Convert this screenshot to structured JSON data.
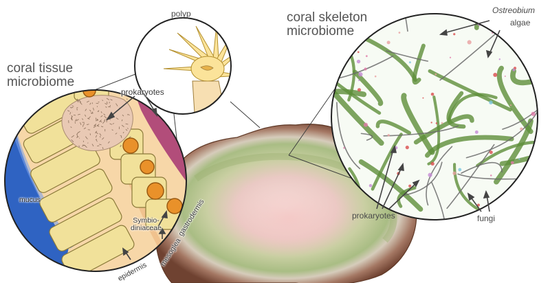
{
  "labels": {
    "polyp": "polyp",
    "coral_tissue_microbiome": [
      "coral tissue",
      "microbiome"
    ],
    "coral_skeleton_microbiome": [
      "coral skeleton",
      "microbiome"
    ],
    "ostreobium": "Ostreobium",
    "algae": "algae",
    "prokaryotes_tissue": "prokaryotes",
    "prokaryotes_skeleton": "prokaryotes",
    "fungi": "fungi",
    "mucus": "mucus",
    "symbiodiniaceae": [
      "Symbio-",
      "diniaceae"
    ],
    "gastrodermis": "gastrodermis",
    "mesoglea": "mesoglea",
    "epidermis": "epidermis"
  },
  "colors": {
    "coral_rim": "#8c5a43",
    "coral_inner": "#a7bb85",
    "coral_center": "#f1d8d2",
    "tissue_cells": "#f1e19a",
    "mucus": "#2f63c2",
    "gastro_pink": "#b24d7a",
    "symbiont": "#e9912a",
    "algae_filament": "#5e8f3a",
    "fungi_filament": "#6b6b6b"
  }
}
